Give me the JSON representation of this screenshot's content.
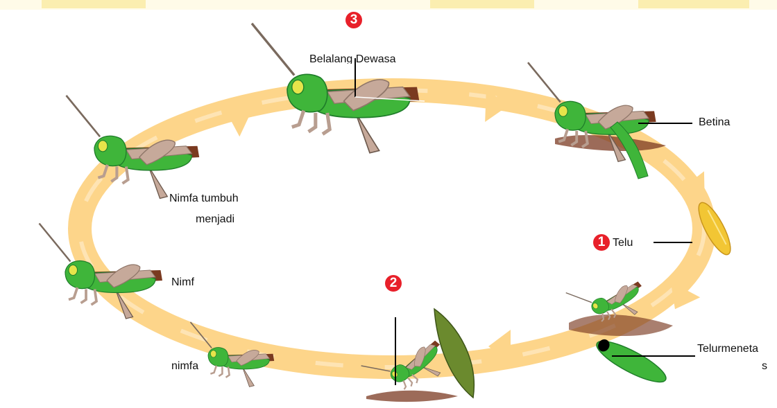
{
  "diagram": {
    "labels": {
      "adult": "Belalang Dewasa",
      "female": "Betina",
      "egg": "Telu",
      "hatching_line1": "Telurmeneta",
      "hatching_line2": "s",
      "nymph_grow_line1": "Nimfa tumbuh",
      "nymph_grow_line2": "menjadi",
      "nymph": "Nimf",
      "small_nymph": "nimfa"
    },
    "badges": [
      "3",
      "1",
      "2"
    ],
    "colors": {
      "cycle_ring": "#fdd58a",
      "cycle_ring_light": "#feeac6",
      "badge": "#e8202a",
      "grasshopper_green": "#3fb53a",
      "grasshopper_dark_green": "#1f7d2a",
      "wing_tan": "#c6a99a",
      "wing_brown": "#7a3a20",
      "egg_yellow": "#f2c634",
      "soil_brown": "#7b3a22",
      "leaf_green": "#6b8a2e",
      "top_stripe": "#fbeeb0"
    },
    "icons": [
      "grasshopper-icon",
      "egg-icon",
      "leaf-icon",
      "arrow-icon"
    ]
  }
}
